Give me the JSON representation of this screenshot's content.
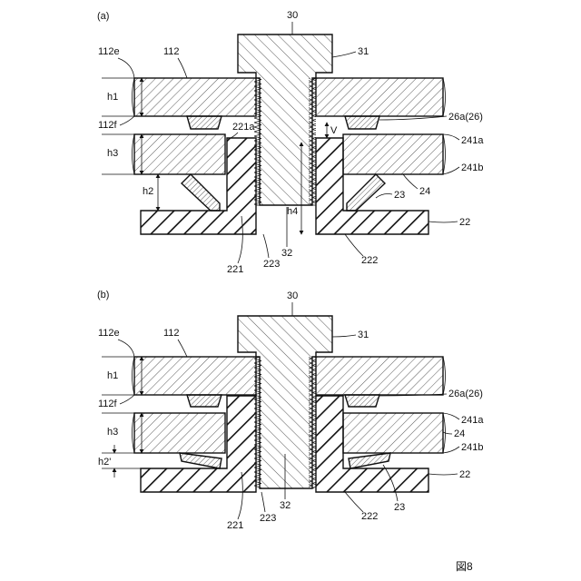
{
  "figure_label": "図8",
  "panels": [
    {
      "id": "a",
      "label": "(a)",
      "labels": {
        "screw": "30",
        "screw_head": "31",
        "plate": "112",
        "plate_top": "112e",
        "plate_bottom": "112f",
        "h1": "h1",
        "h2": "h2",
        "h3": "h3",
        "h4": "h4",
        "v": "V",
        "cushion": "26a(26)",
        "collar_top": "221a",
        "board_top": "241a",
        "board_bottom": "241b",
        "board": "24",
        "spring": "23",
        "base": "22",
        "collar": "221",
        "hole": "223",
        "shaft": "32",
        "flange": "222"
      }
    },
    {
      "id": "b",
      "label": "(b)",
      "labels": {
        "screw": "30",
        "screw_head": "31",
        "plate": "112",
        "plate_top": "112e",
        "plate_bottom": "112f",
        "h1": "h1",
        "h2": "h2'",
        "h3": "h3",
        "cushion": "26a(26)",
        "board_top": "241a",
        "board": "24",
        "board_bottom": "241b",
        "spring": "23",
        "base": "22",
        "collar": "221",
        "hole": "223",
        "shaft": "32",
        "flange": "222"
      }
    }
  ],
  "colors": {
    "line": "#111111",
    "background": "#ffffff"
  }
}
